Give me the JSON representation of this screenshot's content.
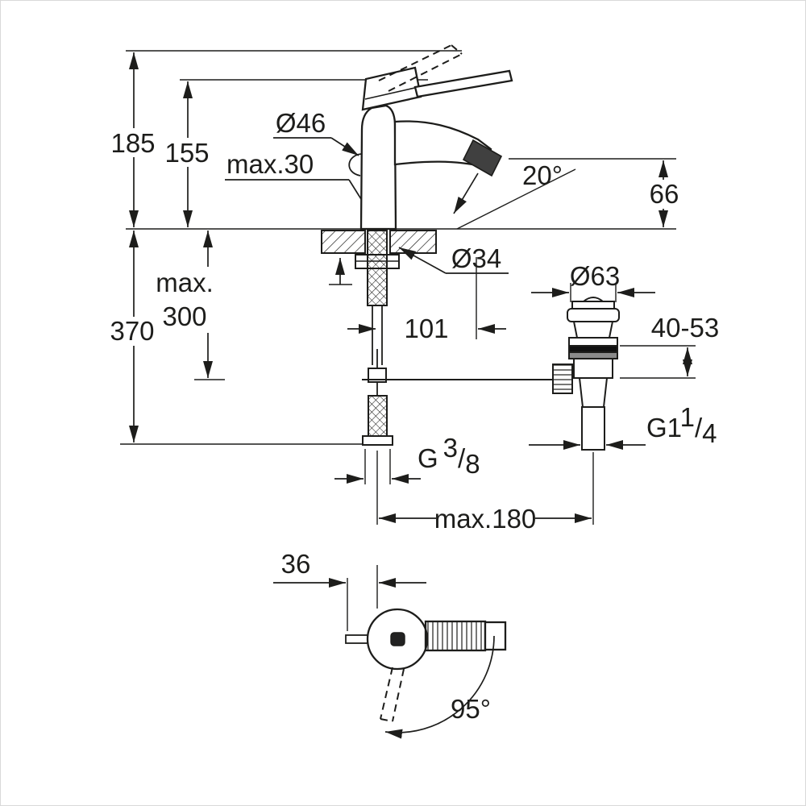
{
  "drawing": {
    "type": "technical-dimension-drawing",
    "subject": "single-lever basin mixer faucet with pop-up waste, front view, side view and drain assembly"
  },
  "colors": {
    "line": "#1d1d1b",
    "background": "#ffffff",
    "aerator_fill": "#404040",
    "washer_dark": "#111111",
    "washer_gray": "#8a8a8a"
  },
  "labels": {
    "h185": "185",
    "h155": "155",
    "max30": "max.30",
    "dia46": "Ø46",
    "angle20": "20°",
    "h66": "66",
    "dia34": "Ø34",
    "max_line1": "max.",
    "max_line2": "300",
    "h370": "370",
    "w101": "101",
    "dia63": "Ø63",
    "range4053": "40-53",
    "g114_base": "G1",
    "g114_num": "1",
    "g114_slash": "/",
    "g114_den": "4",
    "g38_base": "G",
    "g38_num": "3",
    "g38_slash": "/",
    "g38_den": "8",
    "max180": "max.180",
    "w36": "36",
    "angle95": "95°"
  }
}
